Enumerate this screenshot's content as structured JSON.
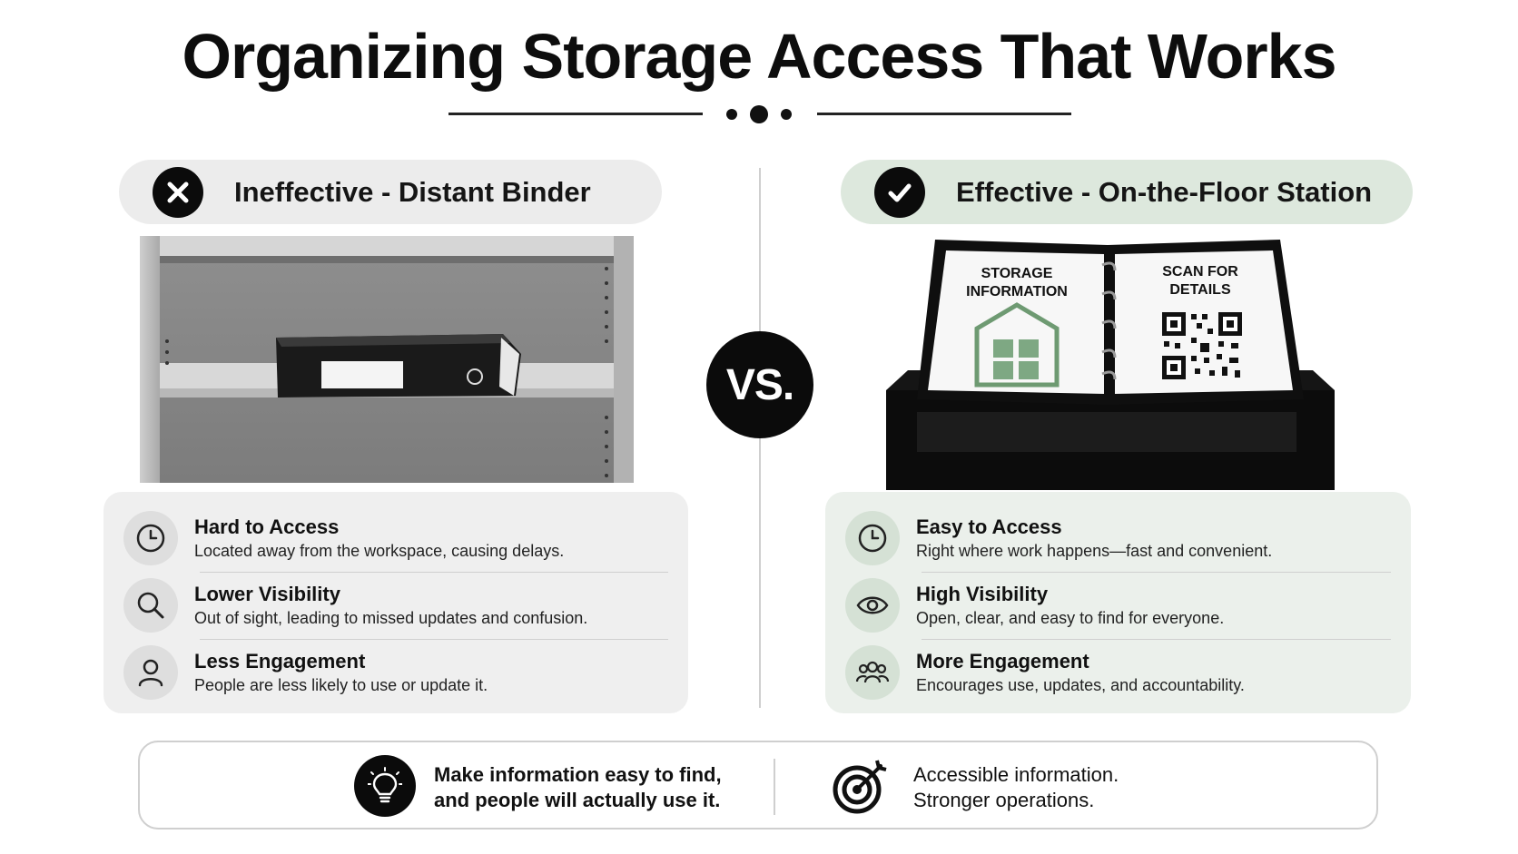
{
  "title": "Organizing Storage Access That Works",
  "vs_label": "VS.",
  "left": {
    "heading": "Ineffective - Distant Binder",
    "items": [
      {
        "icon": "clock-icon",
        "title": "Hard to Access",
        "desc": "Located away from the workspace, causing delays."
      },
      {
        "icon": "magnifier-icon",
        "title": "Lower Visibility",
        "desc": "Out of sight, leading to missed updates and confusion."
      },
      {
        "icon": "person-icon",
        "title": "Less Engagement",
        "desc": "People are less likely to use or update it."
      }
    ]
  },
  "right": {
    "heading": "Effective - On-the-Floor Station",
    "binder_page_left": [
      "STORAGE",
      "INFORMATION"
    ],
    "binder_page_right": [
      "SCAN FOR",
      "DETAILS"
    ],
    "items": [
      {
        "icon": "clock-icon",
        "title": "Easy to Access",
        "desc": "Right where work happens—fast and convenient."
      },
      {
        "icon": "eye-icon",
        "title": "High Visibility",
        "desc": "Open, clear, and easy to find for everyone."
      },
      {
        "icon": "group-icon",
        "title": "More Engagement",
        "desc": "Encourages use, updates, and accountability."
      }
    ]
  },
  "footer": {
    "left_line1": "Make information easy to find,",
    "left_line2": "and people will actually use it.",
    "right_line1": "Accessible information.",
    "right_line2": "Stronger operations."
  },
  "colors": {
    "dark": "#0b0b0b",
    "left_bg": "#ececec",
    "right_bg": "#dde8dd",
    "accent_green": "#6e9a72"
  }
}
